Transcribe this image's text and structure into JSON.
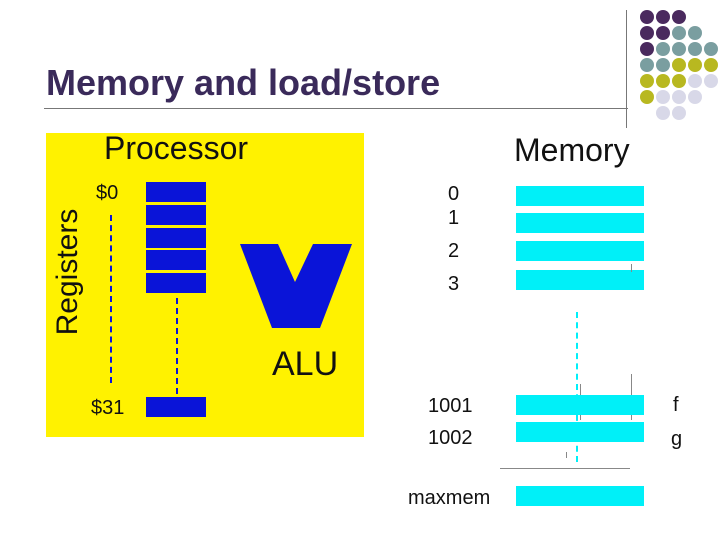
{
  "slide": {
    "title": "Memory and load/store"
  },
  "processor": {
    "label": "Processor",
    "registers_label": "Registers",
    "first_register": "$0",
    "last_register": "$31",
    "alu_label": "ALU"
  },
  "memory": {
    "label": "Memory",
    "addresses": [
      "0",
      "1",
      "2",
      "3"
    ],
    "upper_addresses": [
      "1001",
      "1002"
    ],
    "last_address": "maxmem",
    "variables": [
      "f",
      "g"
    ]
  },
  "colors": {
    "processor_bg": "#fff200",
    "register": "#0a14d8",
    "memory_cell": "#00f0f8",
    "title": "#3a2a5a",
    "dot_purple": "#4a2a5e",
    "dot_teal": "#7a9ea0",
    "dot_olive": "#b8b820",
    "dot_lavender": "#d8d8e8"
  }
}
